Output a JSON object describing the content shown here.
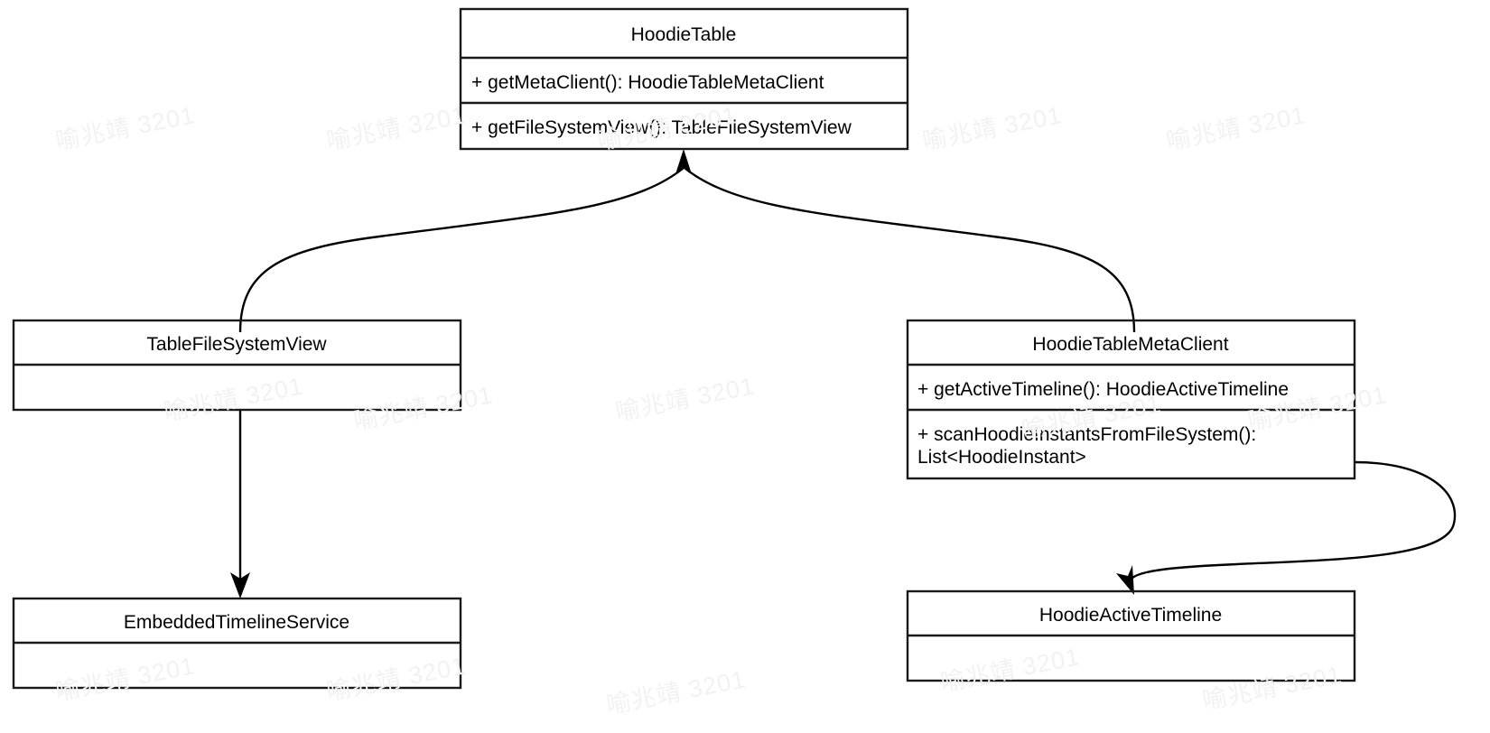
{
  "diagram": {
    "type": "uml-class-diagram",
    "background_color": "#ffffff",
    "line_color": "#000000",
    "text_color": "#000000",
    "watermark": {
      "text": "喻兆靖 3201",
      "color": "#f2f2f2",
      "rotation_deg": -11
    },
    "classes": [
      {
        "id": "hoodie-table",
        "name": "HoodieTable",
        "members": [
          "+ getMetaClient(): HoodieTableMetaClient",
          "+ getFileSystemView(): TableFileSystemView"
        ]
      },
      {
        "id": "table-file-system-view",
        "name": "TableFileSystemView",
        "members": []
      },
      {
        "id": "hoodie-table-meta-client",
        "name": "HoodieTableMetaClient",
        "members": [
          "+ getActiveTimeline(): HoodieActiveTimeline",
          "+ scanHoodieInstantsFromFileSystem():|List<HoodieInstant>"
        ]
      },
      {
        "id": "embedded-timeline-service",
        "name": "EmbeddedTimelineService",
        "members": []
      },
      {
        "id": "hoodie-active-timeline",
        "name": "HoodieActiveTimeline",
        "members": []
      }
    ],
    "edges": [
      {
        "id": "edge-tablefilesystemview-to-hoodietable",
        "from": "table-file-system-view",
        "to": "hoodie-table",
        "style": "curved",
        "arrow": "open-solid-arrowhead"
      },
      {
        "id": "edge-metaclient-to-hoodietable",
        "from": "hoodie-table-meta-client",
        "to": "hoodie-table",
        "style": "curved",
        "arrow": "open-solid-arrowhead"
      },
      {
        "id": "edge-tablefilesystemview-to-embeddedtimelineservice",
        "from": "table-file-system-view",
        "to": "embedded-timeline-service",
        "style": "straight",
        "arrow": "open-solid-arrowhead"
      },
      {
        "id": "edge-metaclient-to-activetimeline",
        "from": "hoodie-table-meta-client",
        "to": "hoodie-active-timeline",
        "style": "curved-loop",
        "arrow": "open-solid-arrowhead"
      }
    ]
  }
}
